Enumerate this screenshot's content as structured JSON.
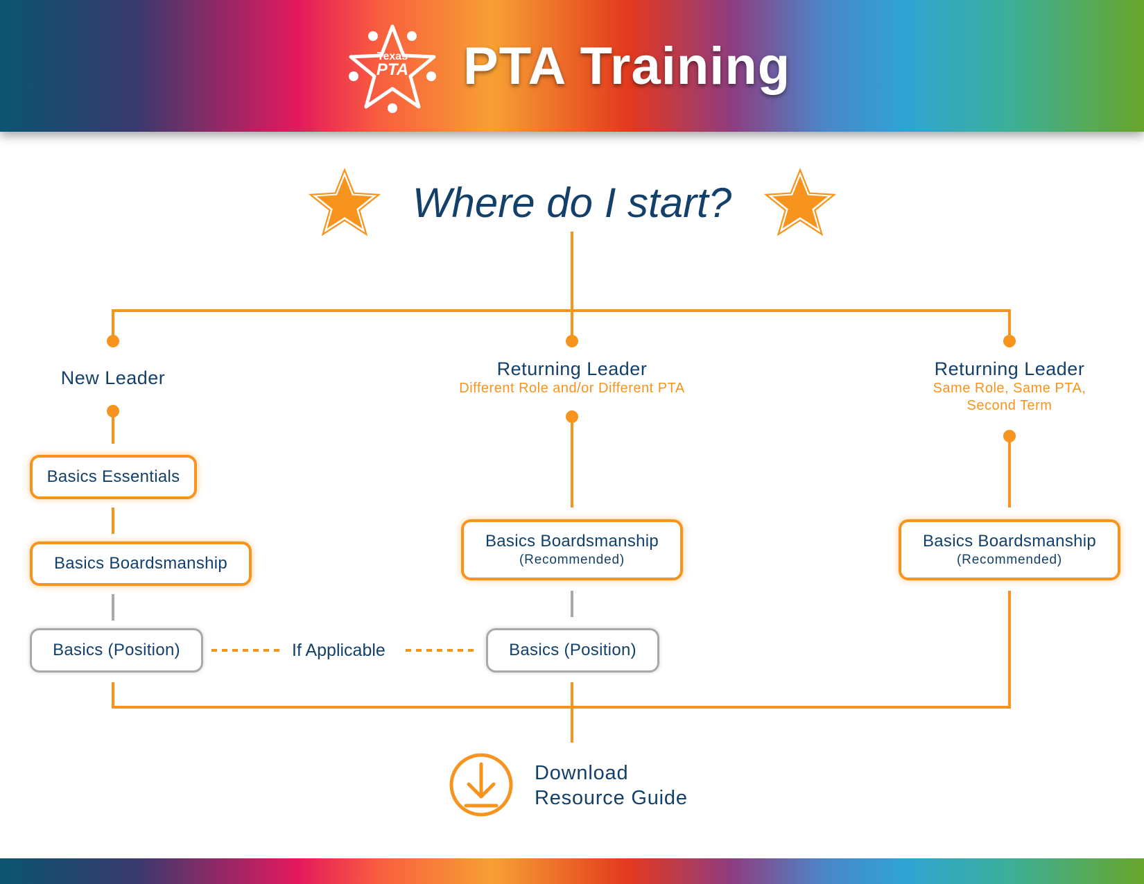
{
  "header": {
    "title": "PTA Training",
    "logo_text_top": "Texas",
    "logo_text_main": "PTA"
  },
  "question": "Where do I start?",
  "paths": {
    "new": {
      "title": "New Leader"
    },
    "returning_diff": {
      "title": "Returning Leader",
      "subtitle": "Different Role and/or Different PTA"
    },
    "returning_same": {
      "title": "Returning Leader",
      "subtitle_line1": "Same Role, Same PTA,",
      "subtitle_line2": "Second Term"
    }
  },
  "boxes": {
    "basics_essentials": "Basics Essentials",
    "basics_boardsmanship": "Basics Boardsmanship",
    "basics_position": "Basics (Position)",
    "recommended": "(Recommended)"
  },
  "if_applicable": "If Applicable",
  "download": {
    "line1": "Download",
    "line2": "Resource Guide"
  },
  "colors": {
    "accent": "#f7941d",
    "text": "#13406b",
    "gray": "#a7a9ac"
  }
}
